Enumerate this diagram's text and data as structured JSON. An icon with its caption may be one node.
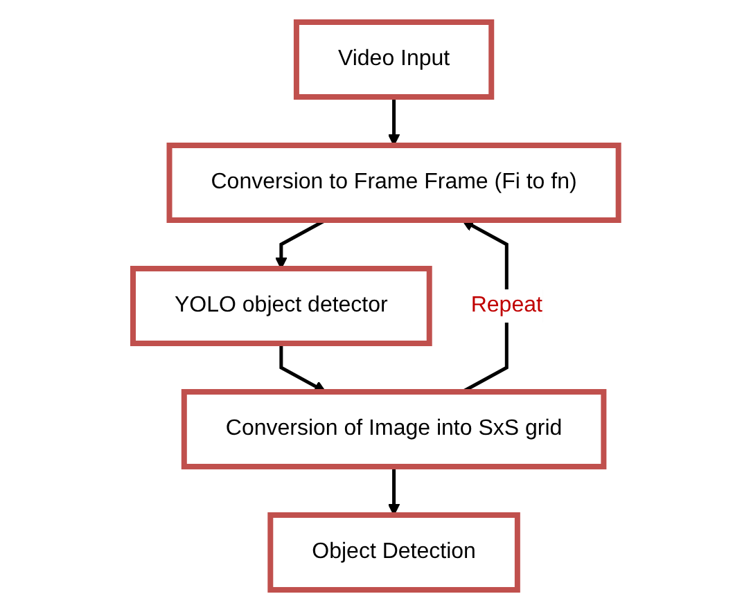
{
  "diagram": {
    "nodes": [
      {
        "text": [
          "Video Input"
        ]
      },
      {
        "text": [
          "Conversion to Frame Frame (Fi to fn)"
        ]
      },
      {
        "text": [
          "YOLO object detector"
        ]
      },
      {
        "text": [
          "Conversion of Image into SxS grid"
        ]
      },
      {
        "text": [
          "Object Detection"
        ]
      }
    ],
    "edges": [
      {
        "from": 0,
        "to": 1,
        "arrow": "to"
      },
      {
        "from": 1,
        "to": 2,
        "arrow": "to"
      },
      {
        "from": 2,
        "to": 3,
        "arrow": "to"
      },
      {
        "from": 3,
        "to": 1,
        "arrow": "to",
        "label": "Repeat"
      },
      {
        "from": 3,
        "to": 4,
        "arrow": "to"
      }
    ]
  }
}
